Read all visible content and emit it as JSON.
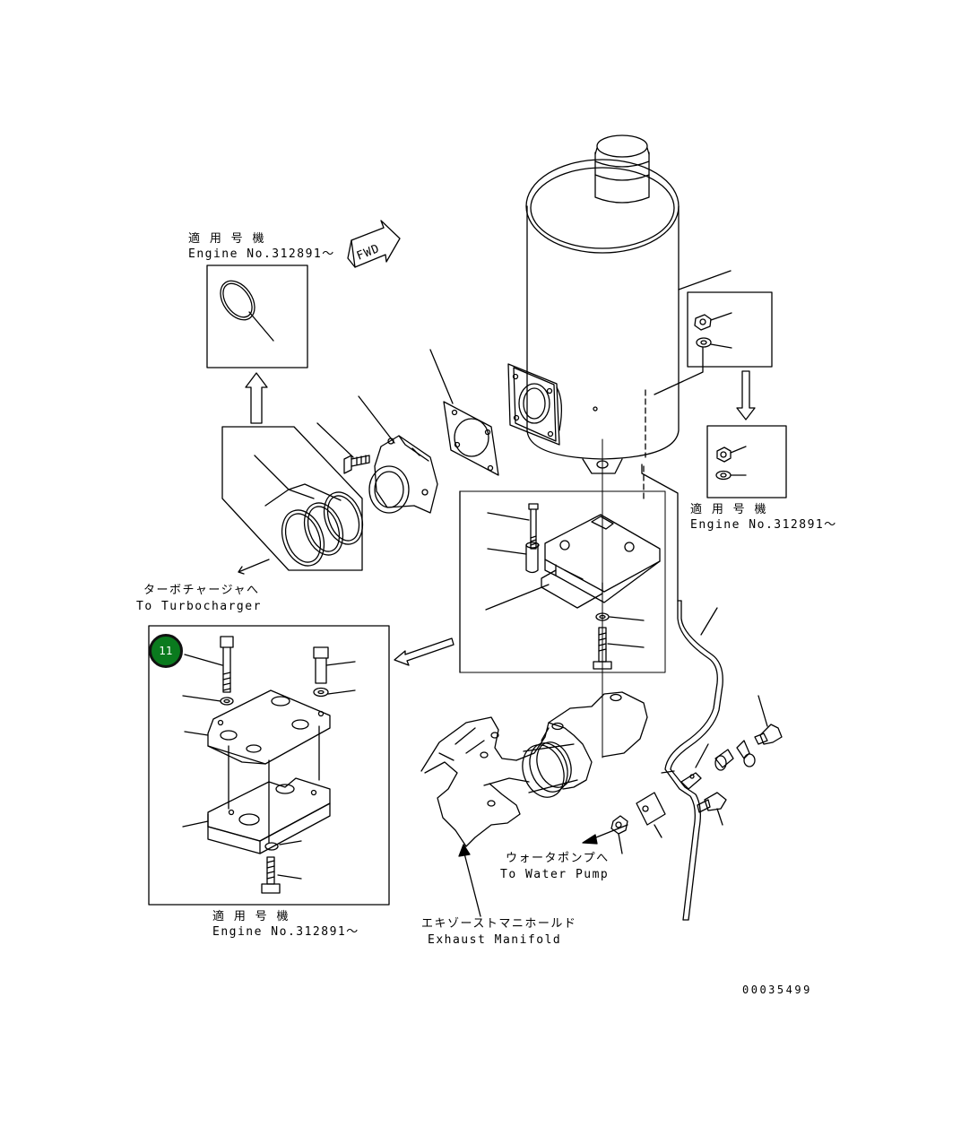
{
  "callout": {
    "number": "11",
    "color": "#0a7a1e"
  },
  "labels": {
    "applicable_jp_1": "適 用 号 機",
    "engine_no_1": "Engine No.312891～",
    "applicable_jp_2": "適 用 号 機",
    "engine_no_2": "Engine No.312891～",
    "applicable_jp_3": "適 用 号 機",
    "engine_no_3": "Engine No.312891～",
    "fwd": "FWD",
    "turbo_jp": "ターボチャージャへ",
    "turbo_en": "To Turbocharger",
    "water_jp": "ウォータポンプへ",
    "water_en": "To Water Pump",
    "manifold_jp": "エキゾーストマニホールド",
    "manifold_en": "Exhaust Manifold",
    "drawing_no": "00035499"
  }
}
